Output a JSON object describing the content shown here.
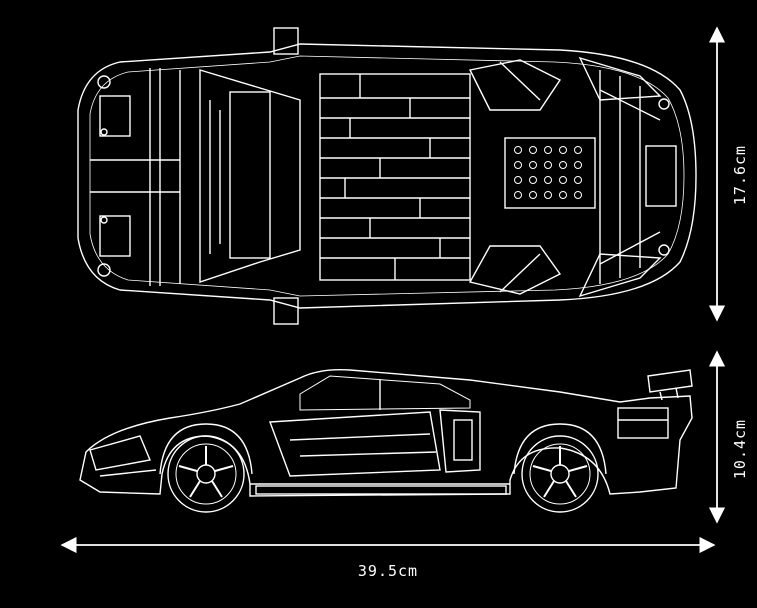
{
  "dimensions": {
    "length": "39.5cm",
    "width": "17.6cm",
    "height": "10.4cm"
  },
  "colors": {
    "background": "#000000",
    "line": "#ffffff"
  },
  "views": [
    "top-view",
    "side-view"
  ]
}
